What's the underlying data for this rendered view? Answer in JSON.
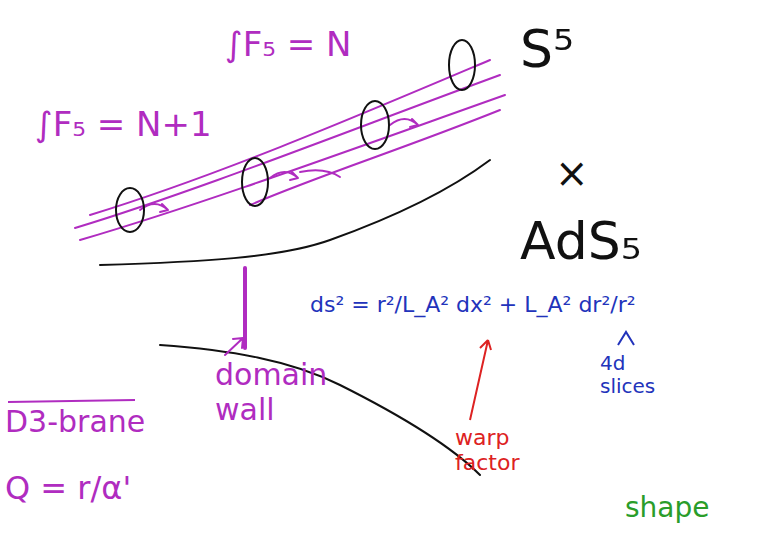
{
  "diagram": {
    "labels": [
      "∫F₅ = N+1",
      "∫F₅ = N",
      "S⁵",
      "×",
      "AdS₅",
      "ds² = r²/L_A² dx² + L_A² dr²/r²",
      "4d slices",
      "warp factor",
      "D3-brane",
      "domain wall",
      "Q = r/α'",
      "shape"
    ]
  }
}
